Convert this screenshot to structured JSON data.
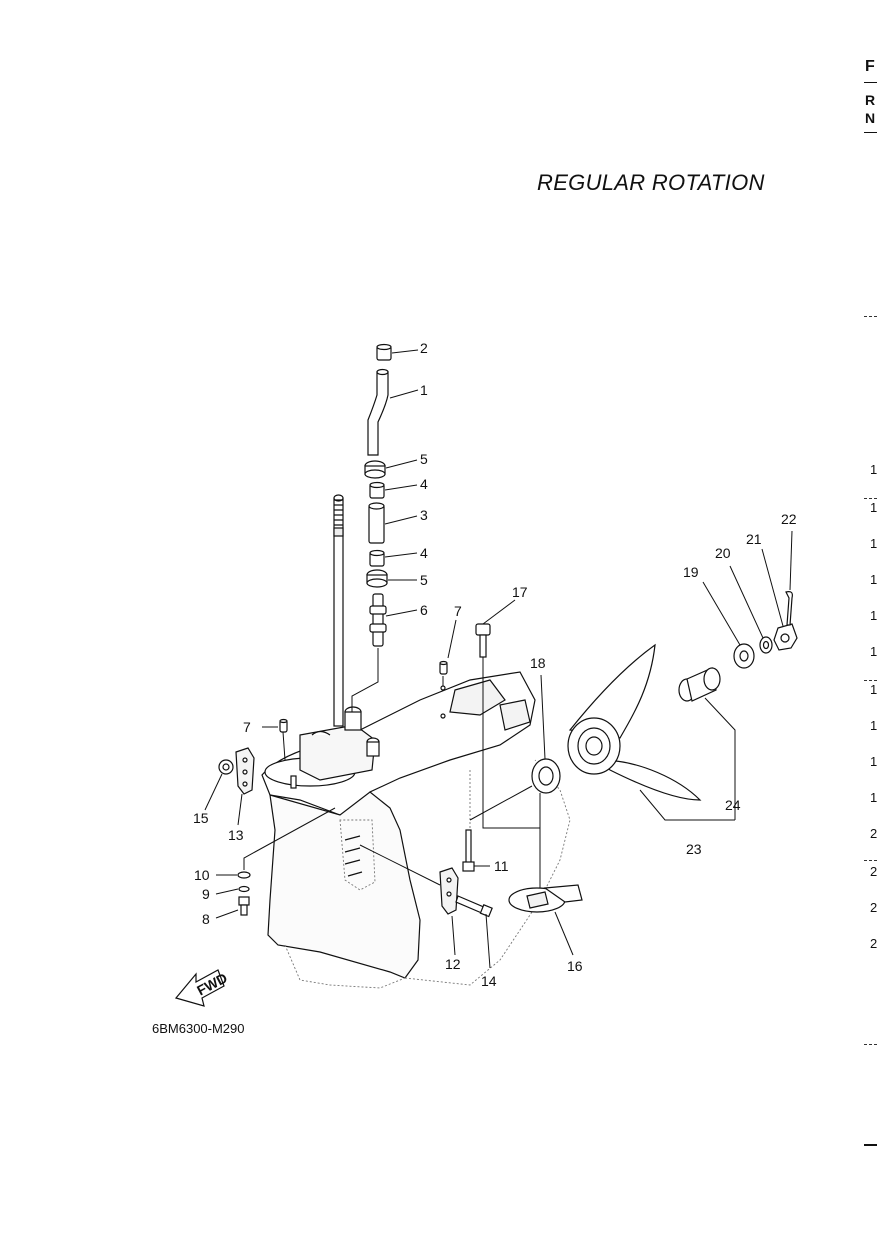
{
  "page": {
    "title": "REGULAR ROTATION",
    "diagram_code": "6BM6300-M290",
    "fwd_arrow_text": "FWD"
  },
  "right_edge": {
    "header_letters": [
      "F",
      "R",
      "N"
    ],
    "row_digits": [
      "1",
      "1",
      "1",
      "1",
      "1",
      "1",
      "1",
      "1",
      "1",
      "1",
      "2",
      "2",
      "2",
      "2"
    ]
  },
  "callouts": [
    "1",
    "2",
    "3",
    "4",
    "4",
    "5",
    "5",
    "6",
    "7",
    "7",
    "8",
    "9",
    "10",
    "11",
    "12",
    "13",
    "14",
    "15",
    "16",
    "17",
    "18",
    "19",
    "20",
    "21",
    "22",
    "23",
    "24"
  ]
}
